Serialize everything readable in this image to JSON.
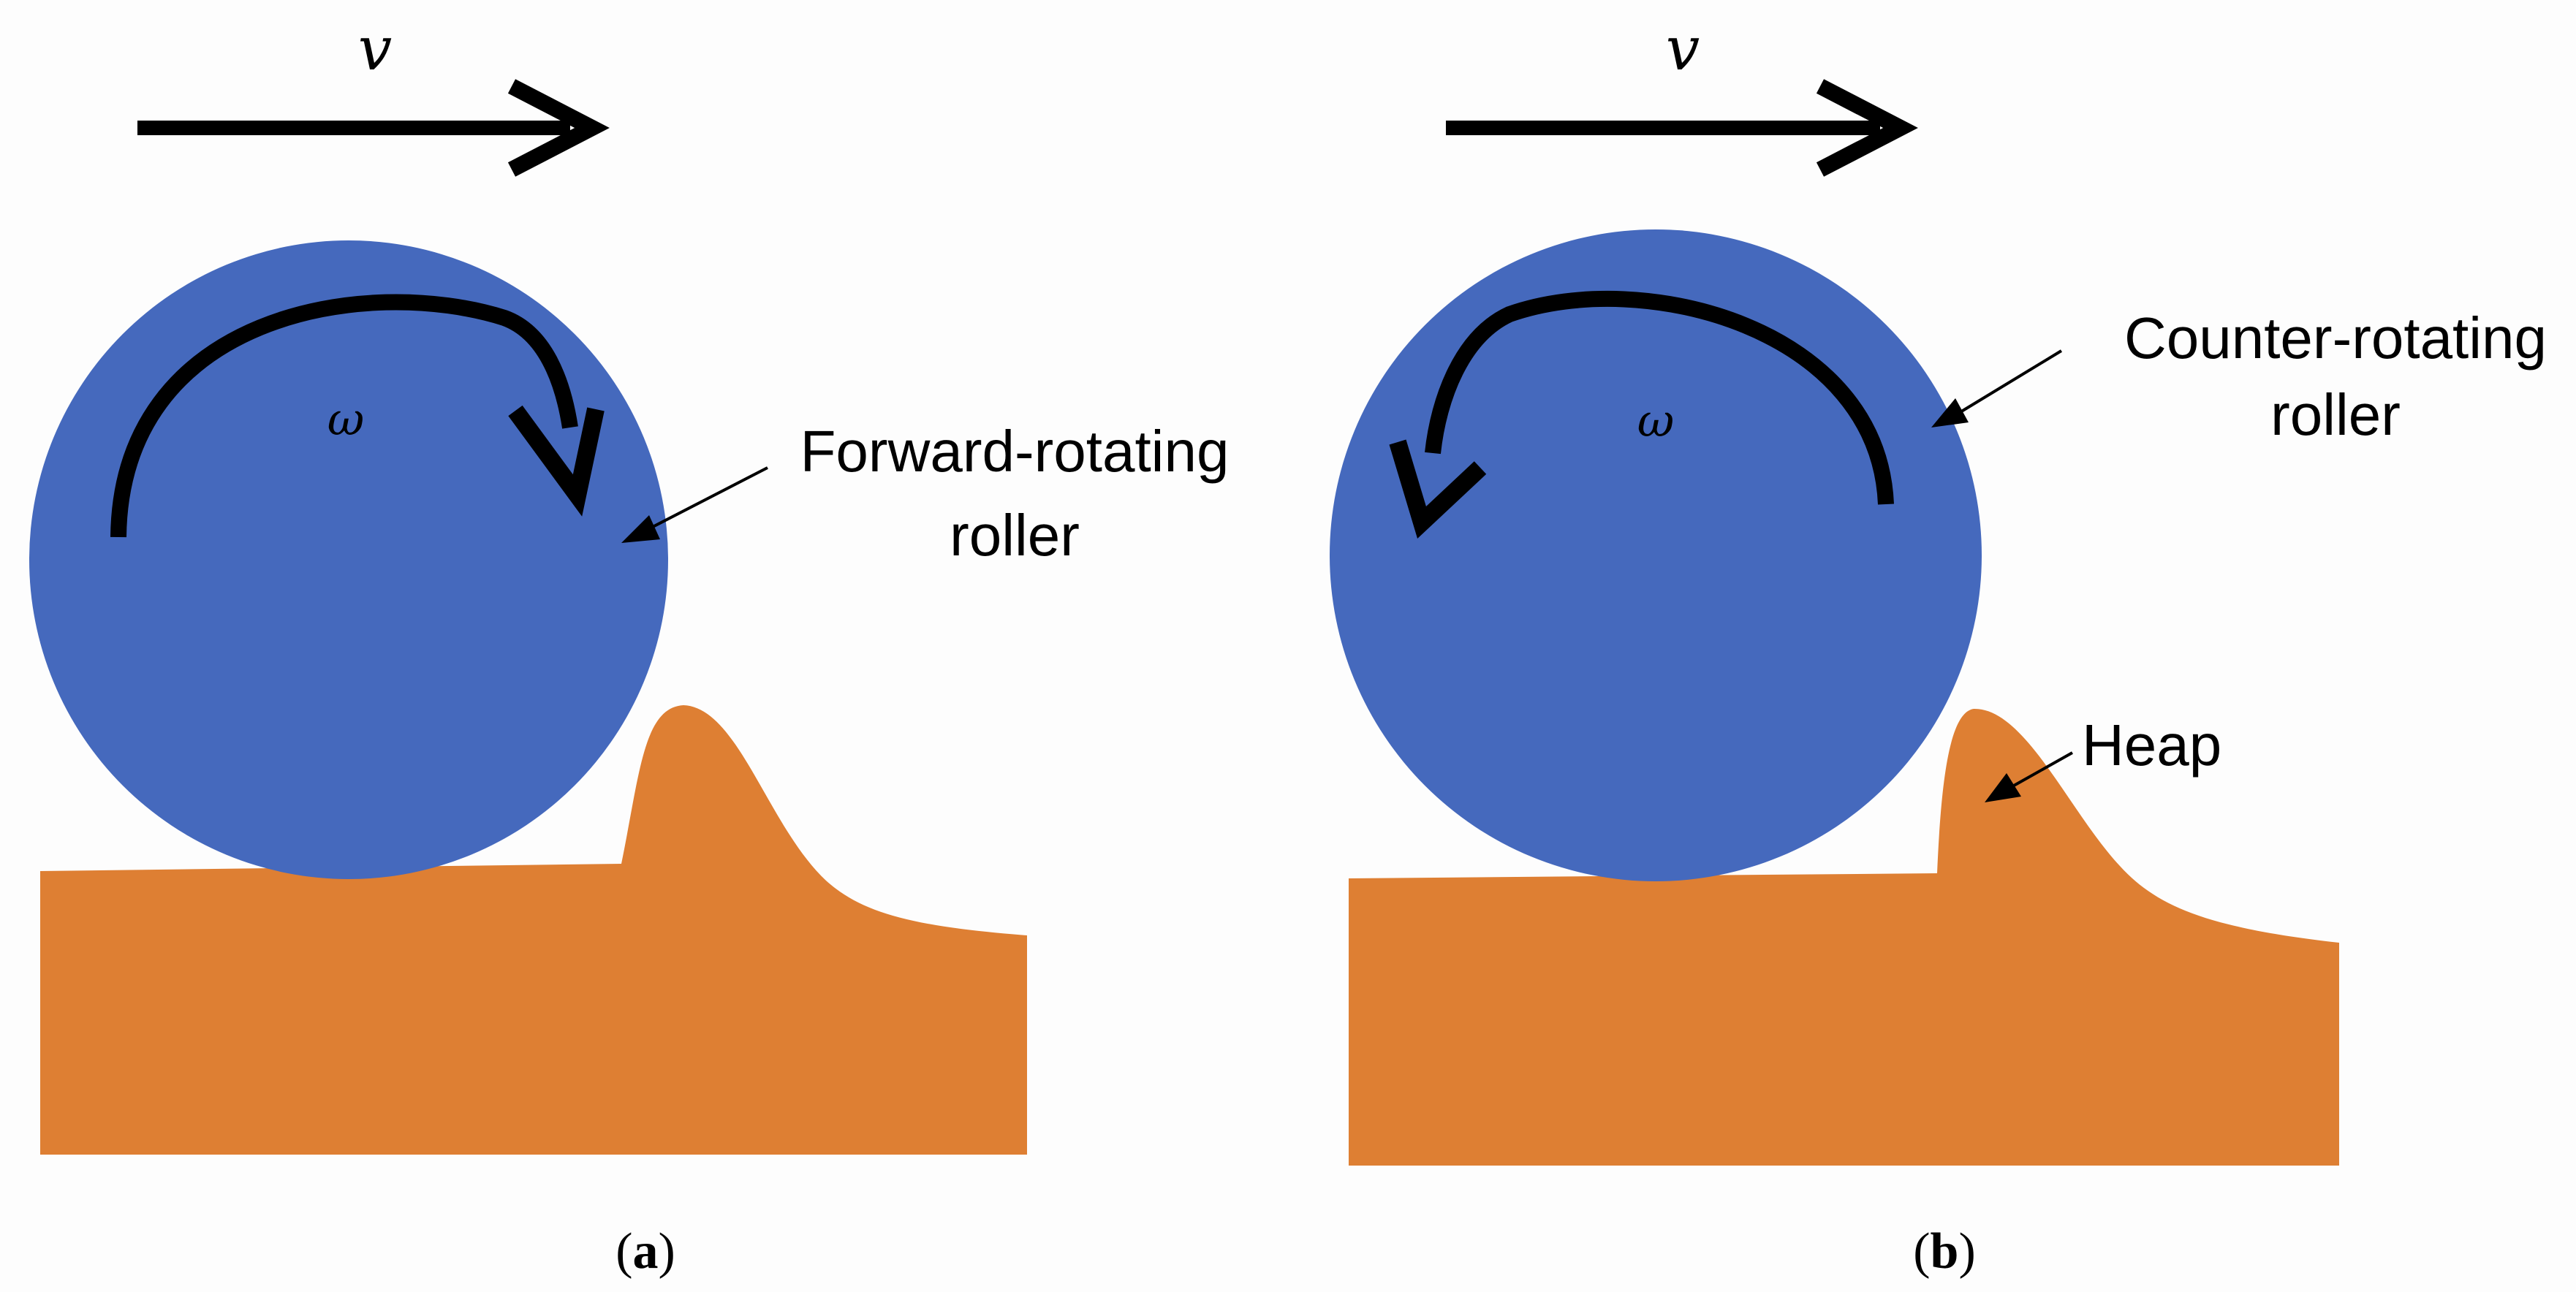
{
  "colors": {
    "roller": "#4569BD",
    "material": "#DE7F33",
    "ink": "#000000",
    "background": "#FDFDFD"
  },
  "panels": [
    {
      "id": "a",
      "velocity_symbol": "v",
      "angular_symbol": "ω",
      "rotation": "clockwise",
      "roller_label": [
        "Forward-rotating",
        "roller"
      ],
      "caption": {
        "open": "(",
        "letter": "a",
        "close": ")"
      }
    },
    {
      "id": "b",
      "velocity_symbol": "v",
      "angular_symbol": "ω",
      "rotation": "counter-clockwise",
      "roller_label": [
        "Counter-rotating",
        "roller"
      ],
      "heap_label": "Heap",
      "caption": {
        "open": "(",
        "letter": "b",
        "close": ")"
      }
    }
  ]
}
